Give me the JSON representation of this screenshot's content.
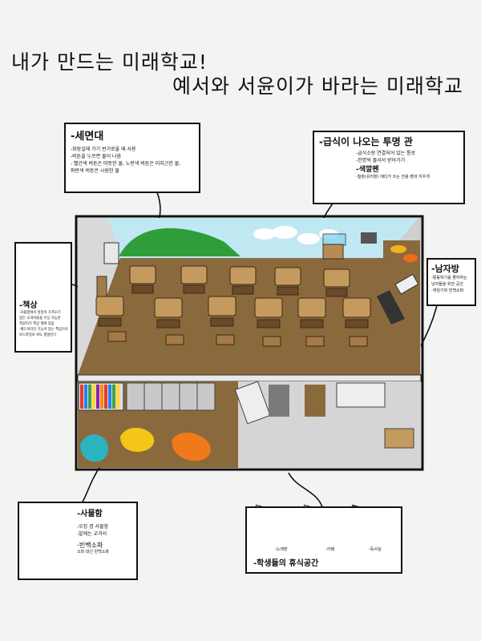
{
  "title": {
    "line1": "내가 만드는 미래학교!",
    "line2": "예서와 서윤이가 바라는 미래학교"
  },
  "callouts": {
    "sink": {
      "heading": "-세면대",
      "lines": [
        "-화장실에 가기 번거로울 때 사용",
        "-버튼을 누르면 물이 나옴",
        "- 빨간색 버튼은 따뜻한 물, 노란색 버튼은 미지근한 물,",
        "  파란색 버튼은 시원한 물"
      ]
    },
    "meal_tube": {
      "heading": "-급식이 나오는 투명 관",
      "lines": [
        "-급식소랑 연결되어 있는 통로",
        "-한명씩 줄서서 받아가기"
      ],
      "sub_heading": "-색깔펜",
      "sub_line": "-칠판(유리창) 에다가 쓰는 전용 펜과 지우개"
    },
    "boys_room": {
      "heading": "-남자방",
      "lines": [
        "-활동하기를 좋아하는",
        "남자들을 위한 공간",
        "-게임기와 빈백소파"
      ]
    },
    "desk": {
      "heading": "-책상",
      "lines": [
        "-사물함에서 일일이 가져오기",
        "힘든 교과서들을 수납 가능한",
        "책꽂이가 책상 옆에 있음",
        "-패드이라던 기능이 있는 책상으로",
        "보드파일로 써도 괜찮진다"
      ]
    },
    "locker": {
      "heading": "-사물함",
      "lines": [
        "-오징 겸 사물함",
        "-밑에는 교과서"
      ],
      "sub_heading": "-빈백소파",
      "sub_line": "소파 대신 빈백소파"
    },
    "rest": {
      "labels": [
        "-노래방",
        "-카페",
        "-독서실"
      ],
      "heading": "-학생들의 휴식공간"
    }
  }
}
